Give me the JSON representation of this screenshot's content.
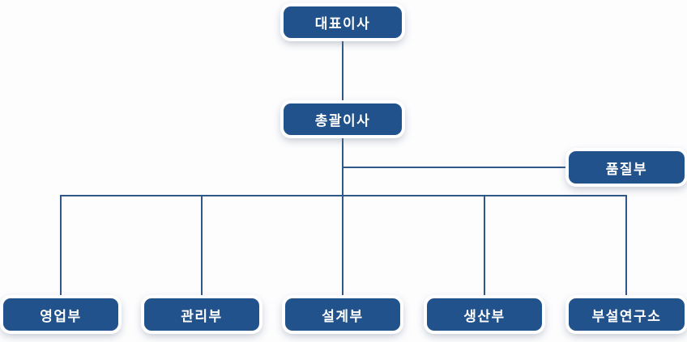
{
  "diagram": {
    "type": "org-chart",
    "nodes": {
      "ceo": {
        "label": "대표이사"
      },
      "director": {
        "label": "총괄이사"
      },
      "quality": {
        "label": "품질부"
      },
      "sales": {
        "label": "영업부"
      },
      "management": {
        "label": "관리부"
      },
      "design": {
        "label": "설계부"
      },
      "production": {
        "label": "생산부"
      },
      "research": {
        "label": "부설연구소"
      }
    },
    "edges": [
      {
        "from": "대표이사",
        "to": "총괄이사"
      },
      {
        "from": "총괄이사",
        "to": "품질부"
      },
      {
        "from": "총괄이사",
        "to": "영업부"
      },
      {
        "from": "총괄이사",
        "to": "관리부"
      },
      {
        "from": "총괄이사",
        "to": "설계부"
      },
      {
        "from": "총괄이사",
        "to": "생산부"
      },
      {
        "from": "총괄이사",
        "to": "부설연구소"
      }
    ],
    "colors": {
      "node_fill": "#22528b",
      "line": "#2f5787",
      "label": "#ffffff",
      "ring": "#ffffff"
    }
  }
}
